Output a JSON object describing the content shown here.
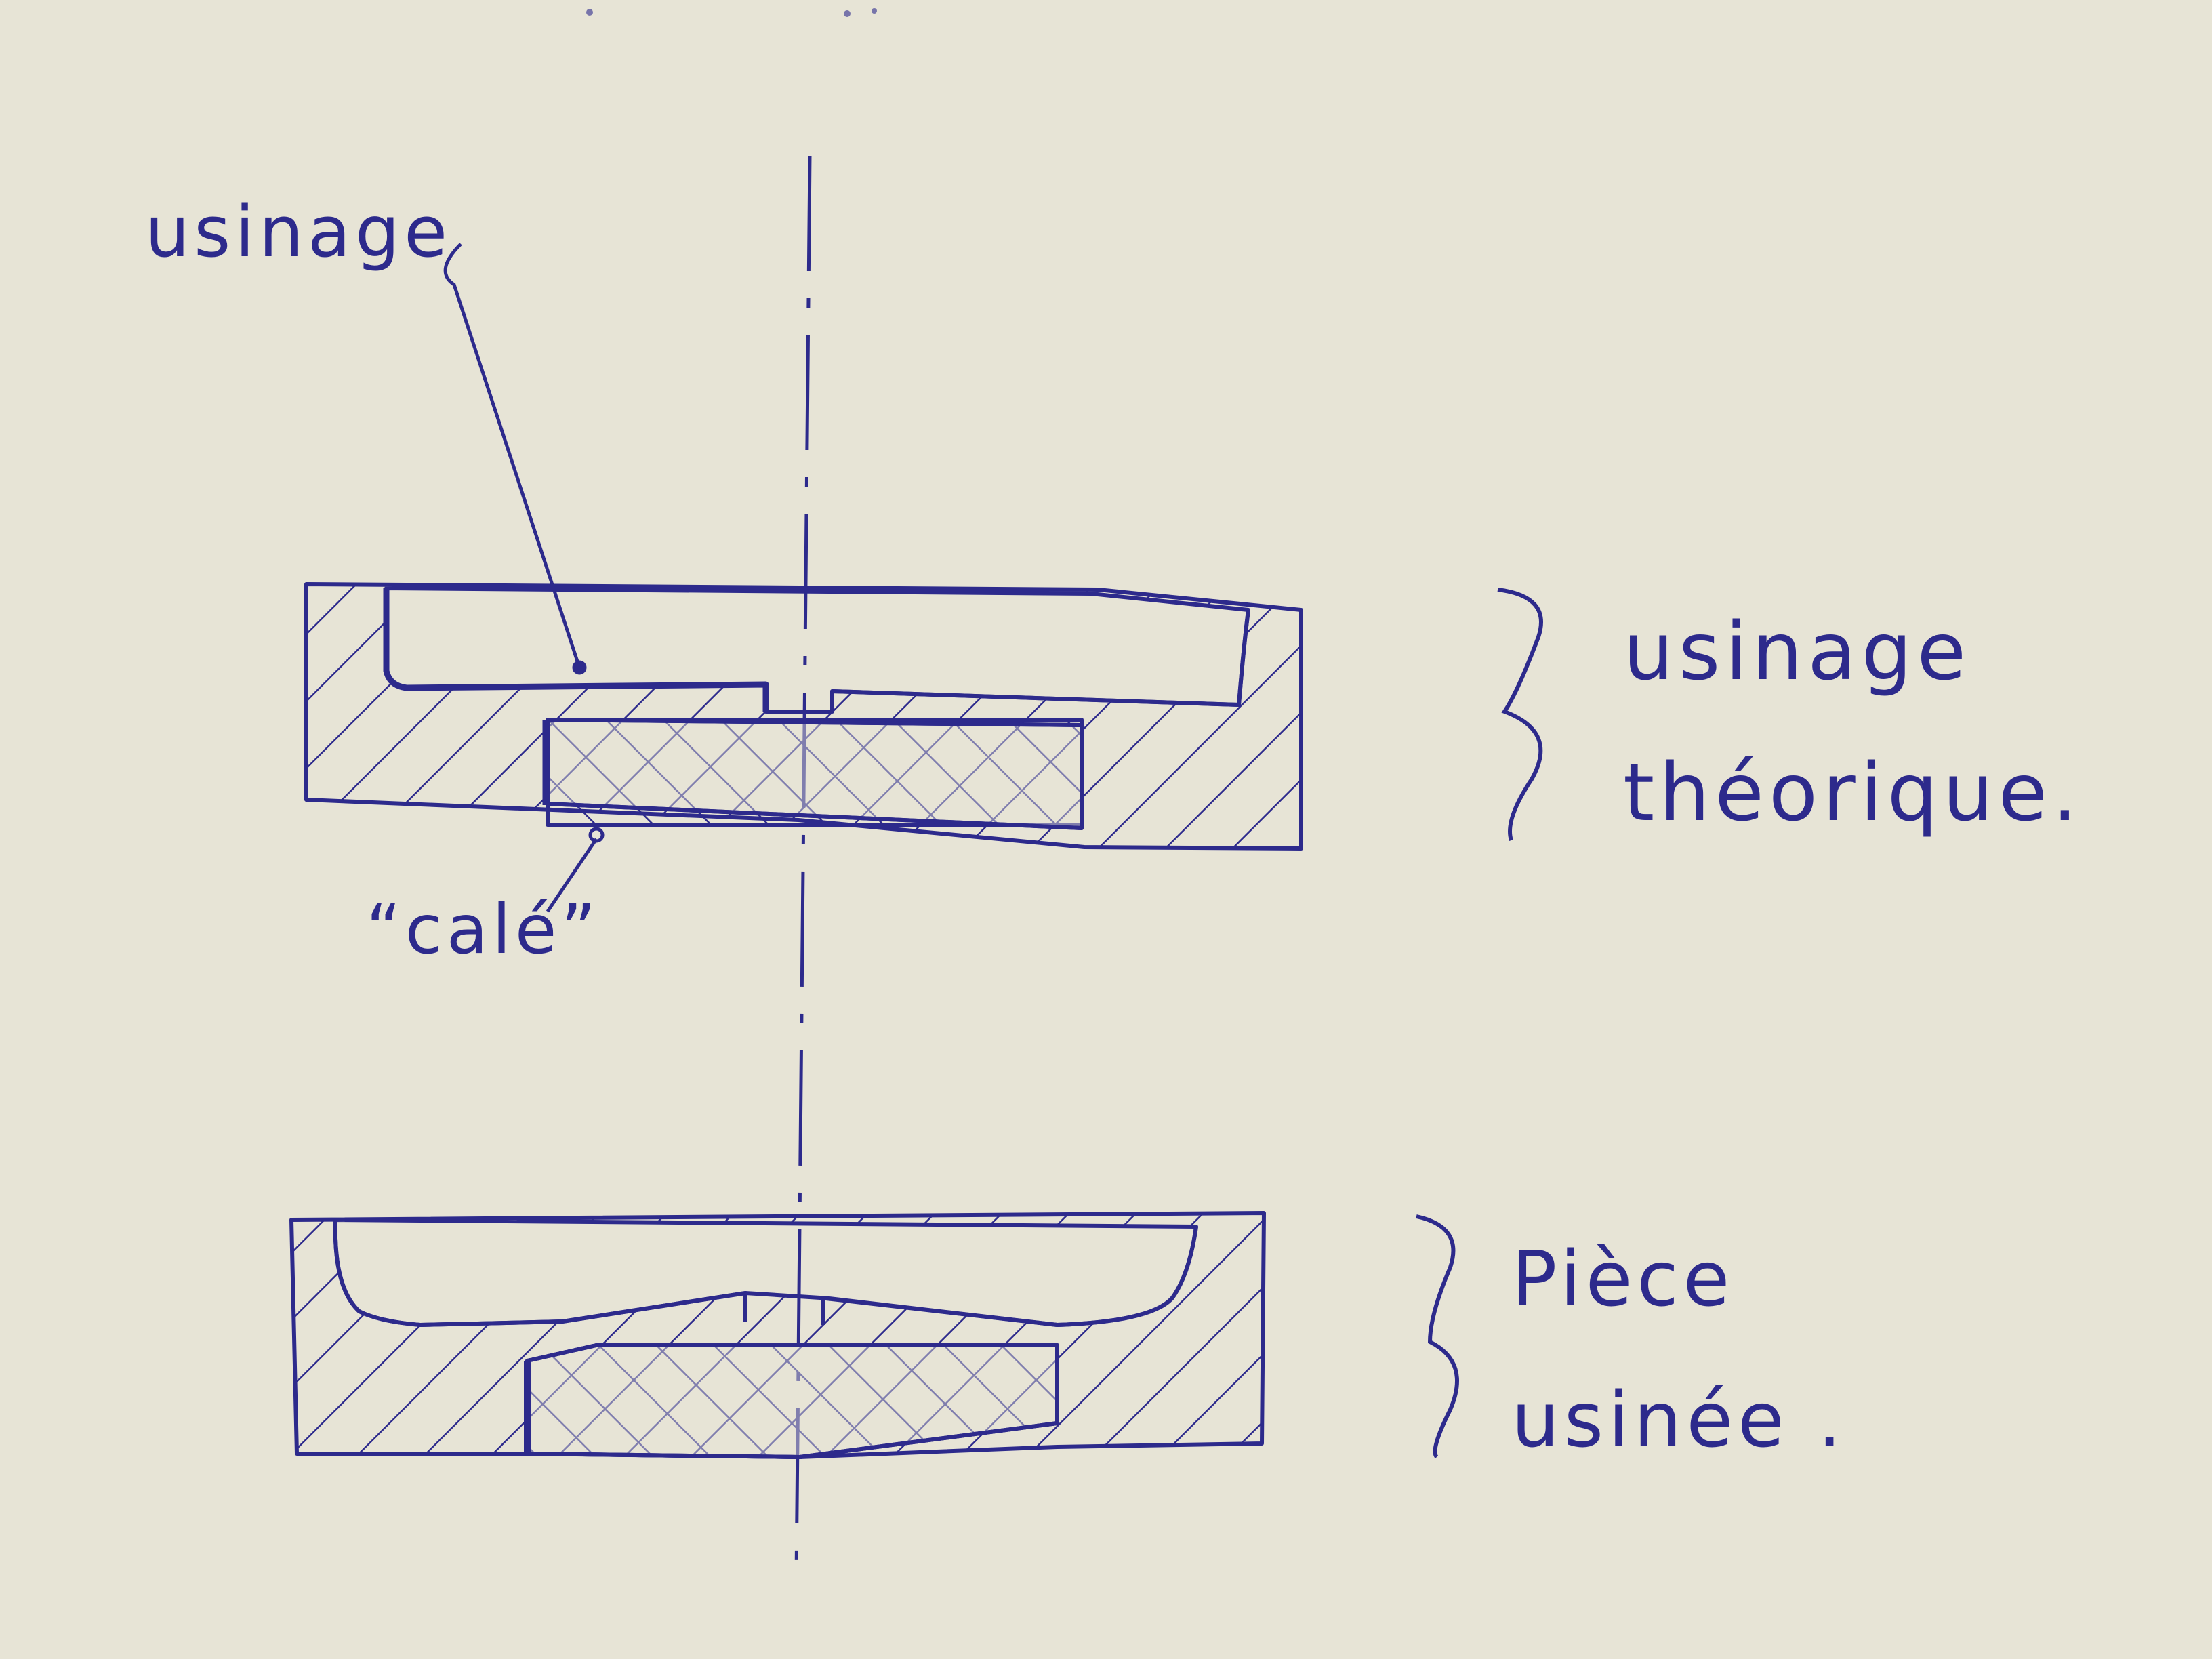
{
  "ink_color": "#2d2a8c",
  "paper_color": "#e7e4d6",
  "labels": {
    "usinage": "usinage",
    "cale": "“calé”",
    "theoretical_line1": "usinage",
    "theoretical_line2": "théorique.",
    "machined_line1": "Pièce",
    "machined_line2": "usinée ."
  }
}
